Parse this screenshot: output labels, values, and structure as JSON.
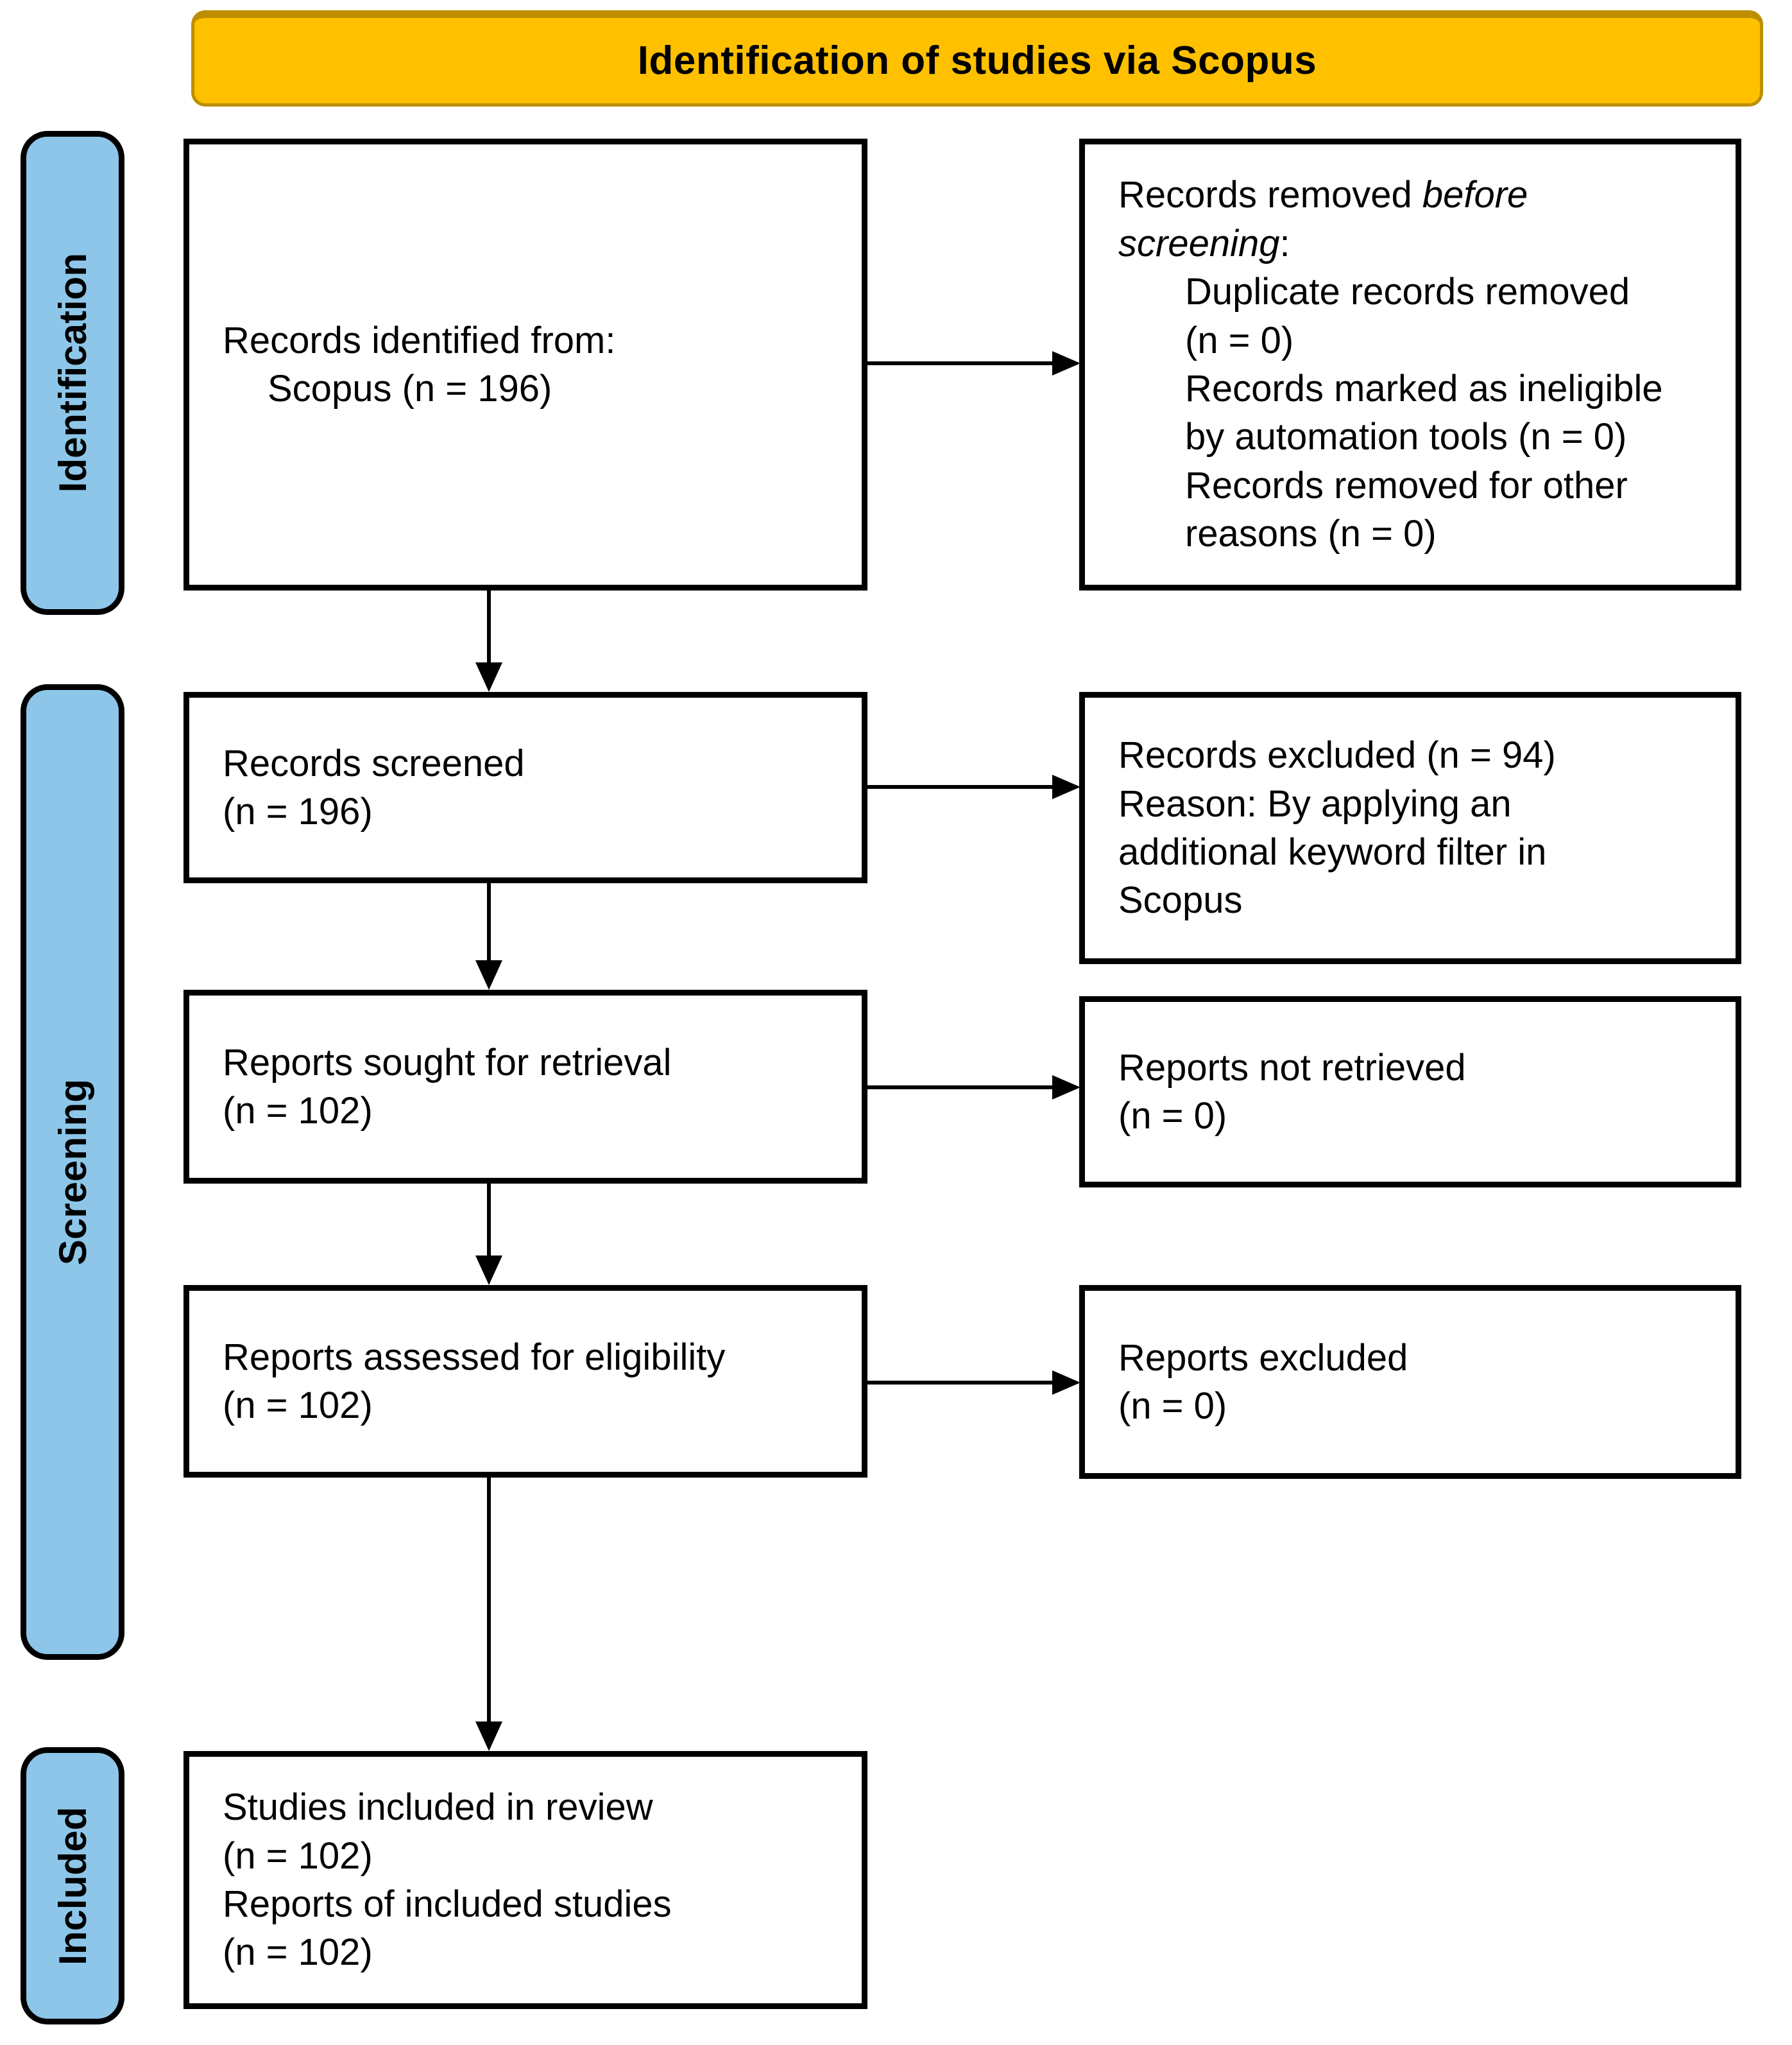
{
  "header": {
    "title": "Identification of studies via Scopus"
  },
  "stages": [
    {
      "label": "Identification"
    },
    {
      "label": "Screening"
    },
    {
      "label": "Included"
    }
  ],
  "boxes": {
    "identified": {
      "line1": "Records identified from:",
      "line2": "Scopus (n = 196)"
    },
    "removed": {
      "l1_normal": "Records removed ",
      "l1_italic": "before",
      "l2_italic": "screening",
      "l2_suffix": ":",
      "items": [
        "Duplicate records removed",
        "(n = 0)",
        "Records marked as ineligible",
        "by automation tools (n = 0)",
        "Records removed for other",
        "reasons (n = 0)"
      ]
    },
    "screened": {
      "line1": "Records screened",
      "line2": "(n = 196)"
    },
    "excluded_records": {
      "lines": [
        "Records excluded (n = 94)",
        "Reason: By applying an",
        "additional keyword filter in",
        "Scopus"
      ]
    },
    "sought": {
      "line1": "Reports sought for retrieval",
      "line2": "(n = 102)"
    },
    "not_retrieved": {
      "line1": "Reports not retrieved",
      "line2": "(n = 0)"
    },
    "assessed": {
      "line1": "Reports assessed for eligibility",
      "line2": "(n = 102)"
    },
    "excluded_reports": {
      "line1": "Reports excluded",
      "line2": "(n = 0)"
    },
    "included": {
      "lines": [
        "Studies included in review",
        "(n = 102)",
        "Reports of included studies",
        "(n = 102)"
      ]
    }
  },
  "colors": {
    "header_fill": "#FFC000",
    "header_border": "#BD8E00",
    "stage_fill": "#8DC6E8",
    "stage_border": "#000000",
    "box_border": "#000000",
    "arrow": "#000000",
    "text": "#000000"
  }
}
